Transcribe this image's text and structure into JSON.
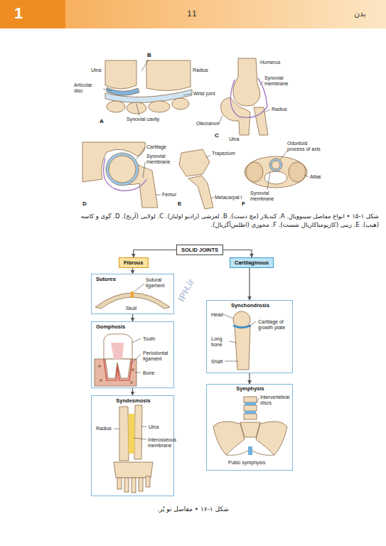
{
  "diagram": {
    "caption": "شکل ۱-۱۶ • مفاصل تو پُر.",
    "nodes": [
      {
        "text": [
          "SOLID JOINTS"
        ]
      },
      {
        "text": [
          "Fibrous"
        ]
      },
      {
        "text": [
          "Cartilaginous"
        ]
      },
      {
        "text": [
          "Sutures",
          "Sutural ligament",
          "Skull"
        ]
      },
      {
        "text": [
          "Gomphosis",
          "Tooth",
          "Periodontal ligament",
          "Bone"
        ]
      },
      {
        "text": [
          "Syndesmosis",
          "Radius",
          "Ulna",
          "Interosseous membrane"
        ]
      },
      {
        "text": [
          "Synchondrosis",
          "Head",
          "Cartilage of growth plate",
          "Long bone",
          "Shaft"
        ]
      },
      {
        "text": [
          "Symphysis",
          "Intervertebral discs",
          "Pubic symphysis"
        ]
      }
    ],
    "edges": [
      {
        "from": 0,
        "to": 1,
        "arrow": "to"
      },
      {
        "from": 0,
        "to": 2,
        "arrow": "to"
      },
      {
        "from": 1,
        "to": 3,
        "arrow": "to"
      },
      {
        "from": 3,
        "to": 4,
        "arrow": "to"
      },
      {
        "from": 4,
        "to": 5,
        "arrow": "to"
      },
      {
        "from": 2,
        "to": 6,
        "arrow": "to"
      },
      {
        "from": 6,
        "to": 7,
        "arrow": "to"
      }
    ],
    "labels": [
      "1",
      "11",
      "بدن",
      "B",
      "Ulna",
      "Radius",
      "Articular disc",
      "Wrist joint",
      "Synovial cavity",
      "A",
      "Humerus",
      "Synovial membrane",
      "Radius",
      "Olecranon",
      "Ulna",
      "C",
      "Cartilage",
      "Synovial membrane",
      "Femur",
      "D",
      "Trapezium",
      "Metacarpal I",
      "E",
      "Odontoid process of axis",
      "Atlas",
      "Synovial membrane",
      "F",
      "شکل ۱-۱۵ • انواع مفاصل سینوویال. A. کندیلار (مچ دست). B. لغزشی (رادیو اولنار). C. لولایی (آرنج). D. گوی و کاسه (هیپ). E. زینی (کارپومتاکارپال شست). F. محوری (اطلس‌آگزیال).",
      "IPH.ir"
    ]
  }
}
